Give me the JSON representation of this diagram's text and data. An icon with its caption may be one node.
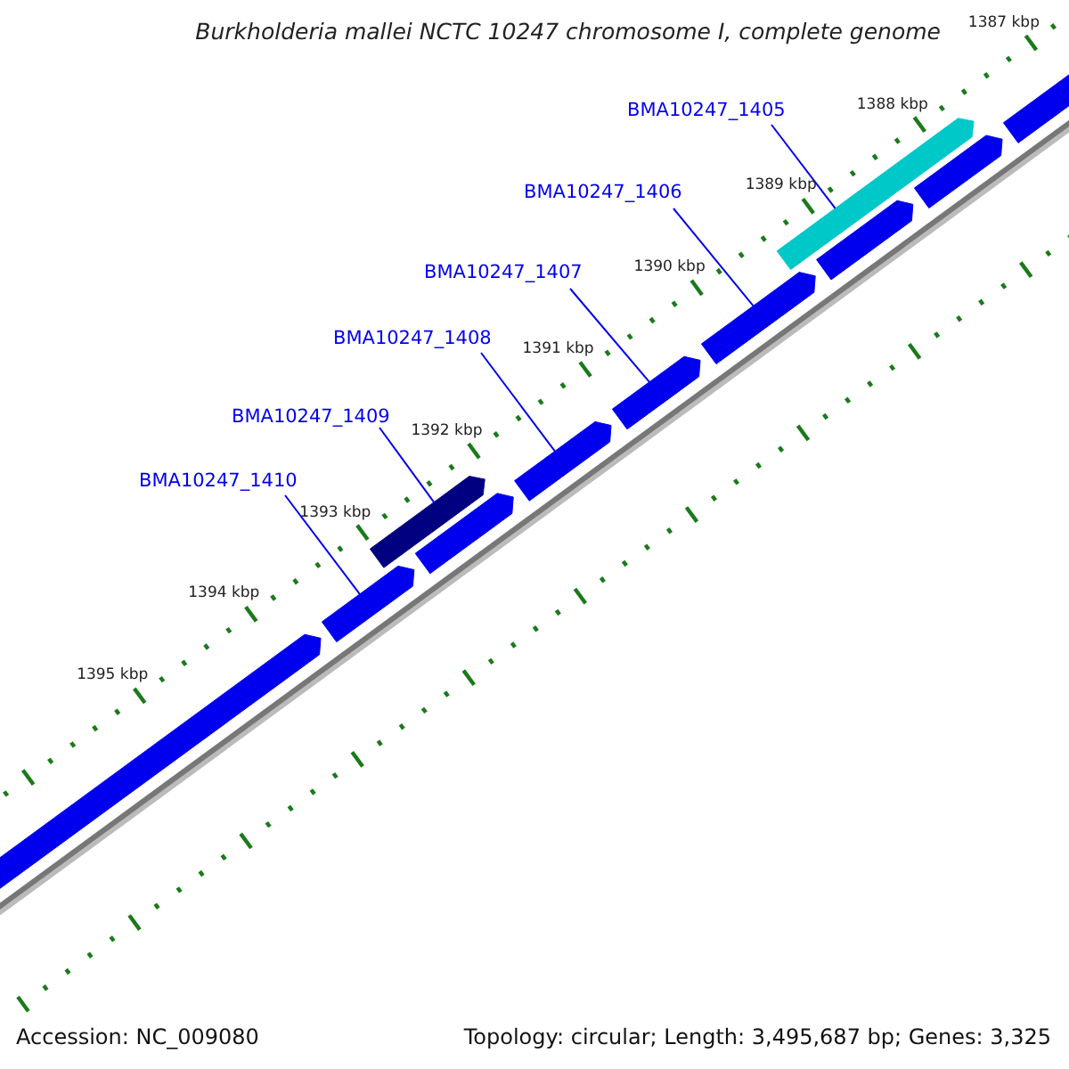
{
  "diagram": {
    "title": "Burkholderia mallei NCTC 10247 chromosome I, complete genome",
    "nodes": [
      {
        "text": [
          "BMA10247_1405"
        ]
      },
      {
        "text": [
          "BMA10247_1406"
        ]
      },
      {
        "text": [
          "BMA10247_1407"
        ]
      },
      {
        "text": [
          "BMA10247_1408"
        ]
      },
      {
        "text": [
          "BMA10247_1409"
        ]
      },
      {
        "text": [
          "BMA10247_1410"
        ]
      },
      {
        "text": [],
        "shape": "bar"
      },
      {
        "text": [],
        "shape": "bar"
      },
      {
        "text": [],
        "shape": "bar"
      },
      {
        "text": [],
        "shape": "bar"
      },
      {
        "text": [],
        "shape": "bar"
      },
      {
        "text": [],
        "shape": "bar"
      },
      {
        "text": [],
        "shape": "bar"
      },
      {
        "text": [],
        "shape": "bar"
      },
      {
        "text": [],
        "shape": "bar"
      },
      {
        "text": [],
        "shape": "bar"
      },
      {
        "text": [],
        "shape": "bar"
      }
    ],
    "edges": [
      {
        "from": 0,
        "to": 13,
        "arrow": "none"
      },
      {
        "from": 1,
        "to": 12,
        "arrow": "none"
      },
      {
        "from": 2,
        "to": 11,
        "arrow": "none"
      },
      {
        "from": 3,
        "to": 10,
        "arrow": "none"
      },
      {
        "from": 4,
        "to": 8,
        "arrow": "none"
      },
      {
        "from": 5,
        "to": 7,
        "arrow": "none"
      }
    ],
    "labels": [
      "1387 kbp",
      "1388 kbp",
      "1389 kbp",
      "1390 kbp",
      "1391 kbp",
      "1392 kbp",
      "1393 kbp",
      "1394 kbp",
      "1395 kbp",
      "Accession: NC_009080",
      "Topology: circular; Length: 3,495,687 bp; Genes: 3,325"
    ]
  }
}
